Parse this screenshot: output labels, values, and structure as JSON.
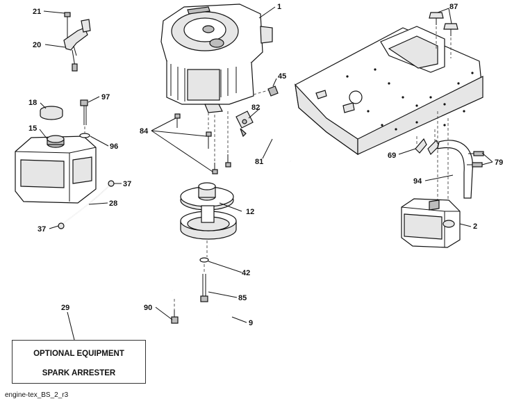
{
  "callouts": {
    "c1": "1",
    "c2": "2",
    "c9": "9",
    "c12": "12",
    "c15": "15",
    "c18": "18",
    "c20": "20",
    "c21": "21",
    "c28": "28",
    "c29": "29",
    "c37a": "37",
    "c37b": "37",
    "c42": "42",
    "c45": "45",
    "c69": "69",
    "c79": "79",
    "c81": "81",
    "c82": "82",
    "c84": "84",
    "c85": "85",
    "c87": "87",
    "c90": "90",
    "c94": "94",
    "c96": "96",
    "c97": "97"
  },
  "optional_box": {
    "line1": "OPTIONAL EQUIPMENT",
    "line2": "SPARK ARRESTER"
  },
  "footer": {
    "reference": "engine-tex_BS_2_r3"
  }
}
